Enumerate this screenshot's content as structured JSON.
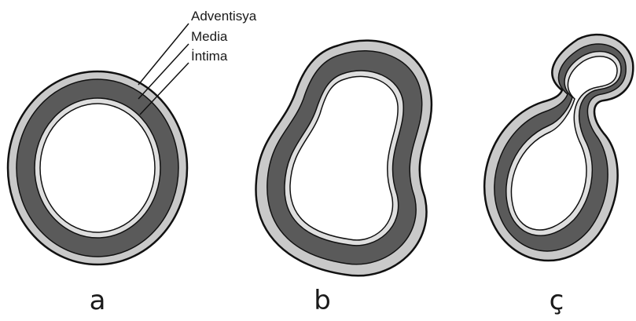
{
  "layer_labels": {
    "adventitia": "Adventisya",
    "media": "Media",
    "intima": "İntima"
  },
  "panel_labels": {
    "a": "a",
    "b": "b",
    "c": "ç"
  },
  "colors": {
    "adventitia": "#c9c9c9",
    "media": "#5a5a5a",
    "intima": "#dedede",
    "lumen": "#ffffff",
    "outline": "#111111"
  }
}
